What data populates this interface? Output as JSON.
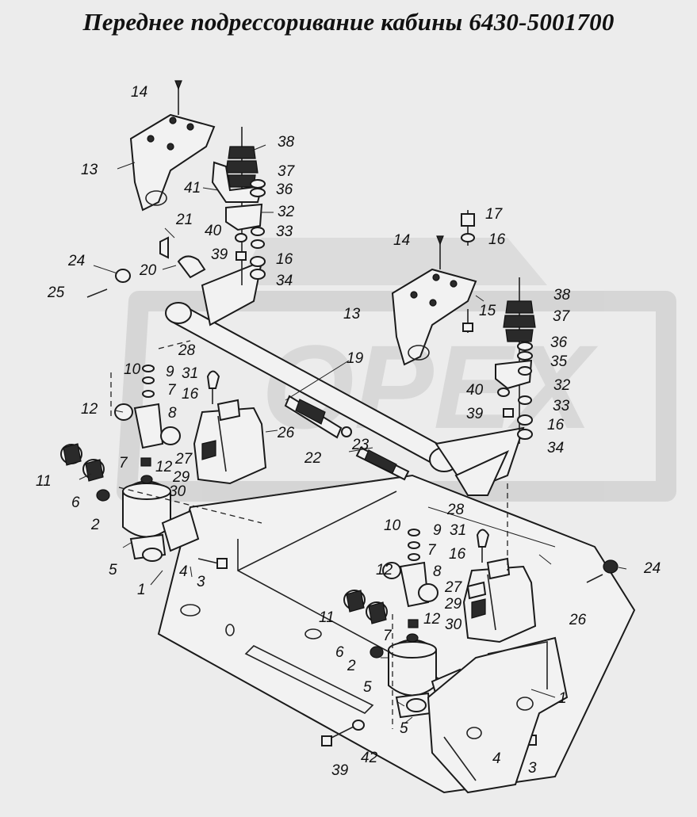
{
  "title": "Переднее подрессоривание кабины 6430-5001700",
  "watermark": {
    "text": "OPEX",
    "color": "#c8c8c8"
  },
  "callouts": [
    {
      "n": "14"
    },
    {
      "n": "38"
    },
    {
      "n": "13"
    },
    {
      "n": "37"
    },
    {
      "n": "41"
    },
    {
      "n": "36"
    },
    {
      "n": "21"
    },
    {
      "n": "32"
    },
    {
      "n": "40"
    },
    {
      "n": "33"
    },
    {
      "n": "24"
    },
    {
      "n": "39"
    },
    {
      "n": "16"
    },
    {
      "n": "20"
    },
    {
      "n": "34"
    },
    {
      "n": "25"
    },
    {
      "n": "28"
    },
    {
      "n": "19"
    },
    {
      "n": "10"
    },
    {
      "n": "9"
    },
    {
      "n": "31"
    },
    {
      "n": "7"
    },
    {
      "n": "16"
    },
    {
      "n": "12"
    },
    {
      "n": "8"
    },
    {
      "n": "26"
    },
    {
      "n": "23"
    },
    {
      "n": "22"
    },
    {
      "n": "11"
    },
    {
      "n": "7"
    },
    {
      "n": "12"
    },
    {
      "n": "27"
    },
    {
      "n": "29"
    },
    {
      "n": "6"
    },
    {
      "n": "30"
    },
    {
      "n": "2"
    },
    {
      "n": "5"
    },
    {
      "n": "4"
    },
    {
      "n": "1"
    },
    {
      "n": "3"
    },
    {
      "n": "17"
    },
    {
      "n": "14"
    },
    {
      "n": "16"
    },
    {
      "n": "13"
    },
    {
      "n": "15"
    },
    {
      "n": "38"
    },
    {
      "n": "37"
    },
    {
      "n": "36"
    },
    {
      "n": "35"
    },
    {
      "n": "40"
    },
    {
      "n": "32"
    },
    {
      "n": "39"
    },
    {
      "n": "33"
    },
    {
      "n": "16"
    },
    {
      "n": "34"
    },
    {
      "n": "28"
    },
    {
      "n": "10"
    },
    {
      "n": "9"
    },
    {
      "n": "31"
    },
    {
      "n": "7"
    },
    {
      "n": "16"
    },
    {
      "n": "12"
    },
    {
      "n": "8"
    },
    {
      "n": "24"
    },
    {
      "n": "27"
    },
    {
      "n": "11"
    },
    {
      "n": "29"
    },
    {
      "n": "12"
    },
    {
      "n": "26"
    },
    {
      "n": "30"
    },
    {
      "n": "7"
    },
    {
      "n": "6"
    },
    {
      "n": "2"
    },
    {
      "n": "1"
    },
    {
      "n": "5"
    },
    {
      "n": "5"
    },
    {
      "n": "39"
    },
    {
      "n": "42"
    },
    {
      "n": "4"
    },
    {
      "n": "3"
    }
  ]
}
